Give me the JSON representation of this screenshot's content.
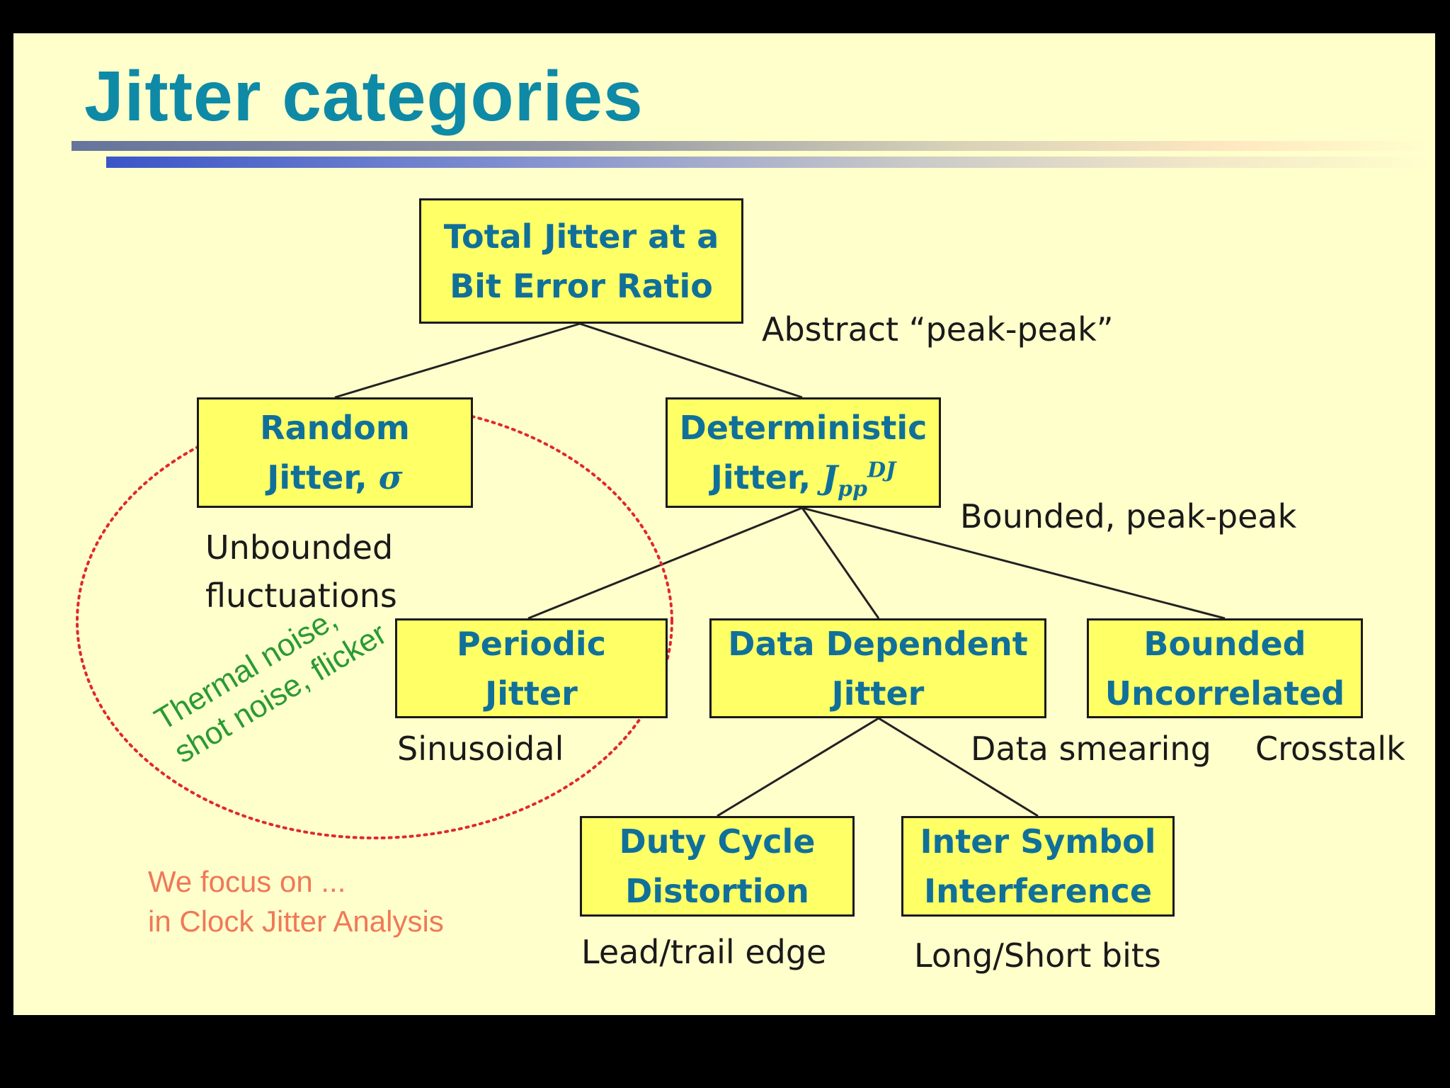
{
  "title": "Jitter categories",
  "nodes": {
    "total": {
      "line1": "Total Jitter at a",
      "line2": "Bit Error Ratio"
    },
    "random": {
      "line1": "Random",
      "line2_text": "Jitter, ",
      "symbol": "σ"
    },
    "deterministic": {
      "line1": "Deterministic",
      "line2_text": "Jitter, ",
      "symbol": "J",
      "subscript": "pp",
      "superscript": "DJ"
    },
    "periodic": {
      "line1": "Periodic",
      "line2": "Jitter"
    },
    "data_dependent": {
      "line1": "Data Dependent",
      "line2": "Jitter"
    },
    "bounded_uncorrelated": {
      "line1": "Bounded",
      "line2": "Uncorrelated"
    },
    "duty_cycle": {
      "line1": "Duty Cycle",
      "line2": "Distortion"
    },
    "isi": {
      "line1": "Inter Symbol",
      "line2": "Interference"
    }
  },
  "notes": {
    "abstract": "Abstract “peak-peak”",
    "bounded": "Bounded, peak-peak",
    "unbounded_line1": "Unbounded",
    "unbounded_line2": "fluctuations",
    "sinusoidal": "Sinusoidal",
    "data_smearing": "Data smearing",
    "crosstalk": "Crosstalk",
    "lead_trail": "Lead/trail edge",
    "long_short": "Long/Short bits"
  },
  "circle_note": {
    "line1": "Thermal noise,",
    "line2": "shot noise, flicker"
  },
  "focus": {
    "line1": "We focus on ...",
    "line2": "in Clock Jitter Analysis"
  },
  "colors": {
    "slide_background": "#ffffcc",
    "node_fill": "#ffff66",
    "node_text": "#10709a",
    "title": "#0e8aa6",
    "circle": "#e0282e",
    "circle_note": "#2a9a34",
    "focus_note": "#f07858"
  }
}
